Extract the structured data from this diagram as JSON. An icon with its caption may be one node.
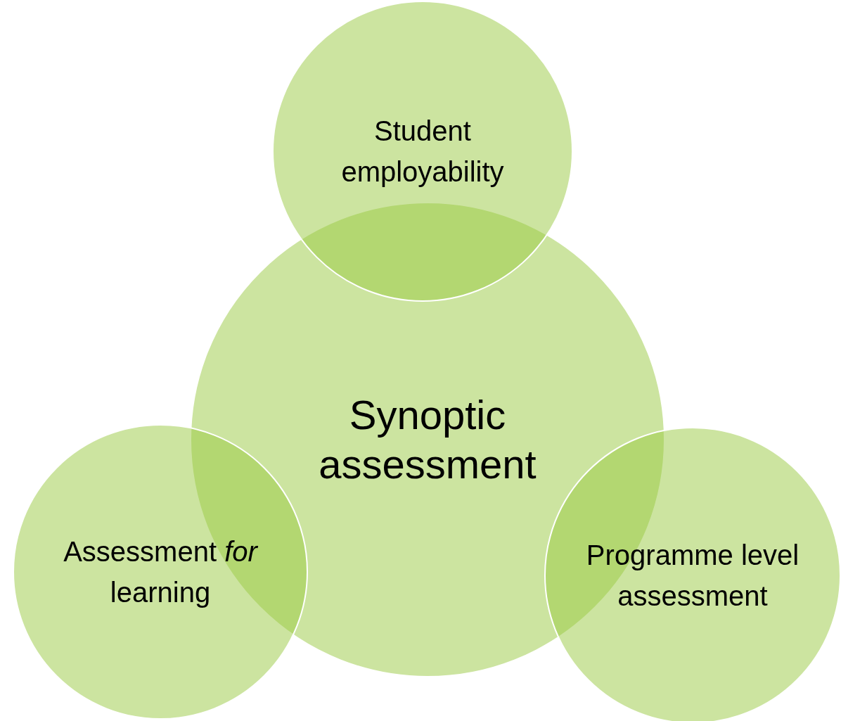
{
  "diagram": {
    "nodes": [
      {
        "text": [
          "Student employability"
        ]
      },
      {
        "text": [
          "Synoptic assessment"
        ]
      },
      {
        "text": [
          "Assessment *for* learning"
        ]
      },
      {
        "text": [
          "Programme level assessment"
        ]
      }
    ]
  }
}
